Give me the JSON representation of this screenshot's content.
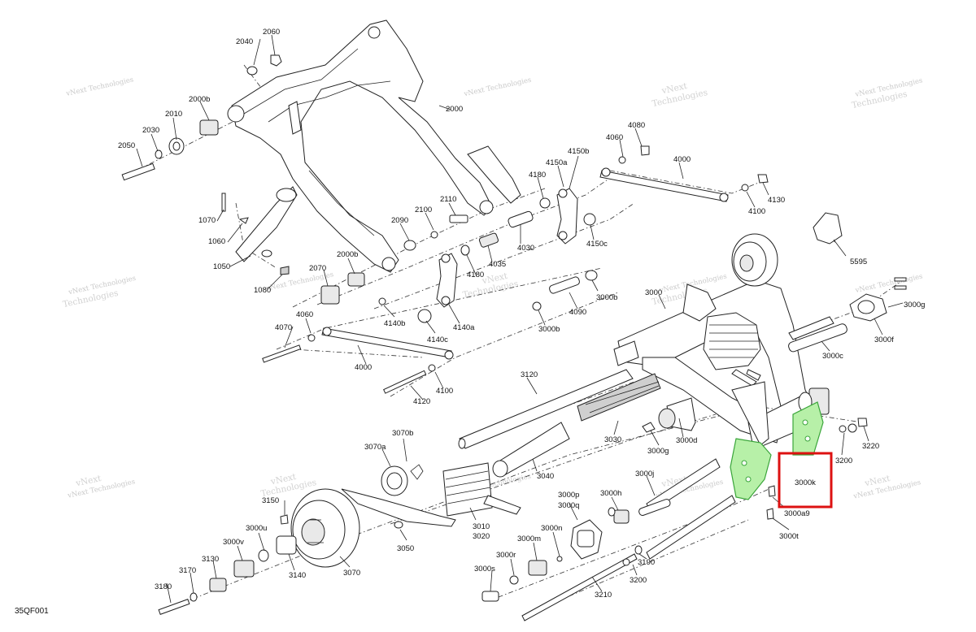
{
  "diagram_ref": "35QF001",
  "watermark": {
    "line1": "vNext",
    "line2": "Technologies",
    "line3": "vNext Technologies"
  },
  "highlight_label": "3000k",
  "labels": [
    {
      "id": "l2060",
      "text": "2060"
    },
    {
      "id": "l2040",
      "text": "2040"
    },
    {
      "id": "l2000b1",
      "text": "2000b"
    },
    {
      "id": "l2010",
      "text": "2010"
    },
    {
      "id": "l2030",
      "text": "2030"
    },
    {
      "id": "l2050",
      "text": "2050"
    },
    {
      "id": "l2000",
      "text": "2000"
    },
    {
      "id": "l1070",
      "text": "1070"
    },
    {
      "id": "l1060",
      "text": "1060"
    },
    {
      "id": "l1050",
      "text": "1050"
    },
    {
      "id": "l1080",
      "text": "1080"
    },
    {
      "id": "l2070",
      "text": "2070"
    },
    {
      "id": "l2000b2",
      "text": "2000b"
    },
    {
      "id": "l2110",
      "text": "2110"
    },
    {
      "id": "l2100",
      "text": "2100"
    },
    {
      "id": "l2090",
      "text": "2090"
    },
    {
      "id": "l4060a",
      "text": "4060"
    },
    {
      "id": "l4080",
      "text": "4080"
    },
    {
      "id": "l4150b",
      "text": "4150b"
    },
    {
      "id": "l4150a",
      "text": "4150a"
    },
    {
      "id": "l4180a",
      "text": "4180"
    },
    {
      "id": "l4000a",
      "text": "4000"
    },
    {
      "id": "l4130",
      "text": "4130"
    },
    {
      "id": "l4100a",
      "text": "4100"
    },
    {
      "id": "l4030",
      "text": "4030"
    },
    {
      "id": "l4035",
      "text": "4035"
    },
    {
      "id": "l4150c",
      "text": "4150c"
    },
    {
      "id": "l5595",
      "text": "5595"
    },
    {
      "id": "l4180b",
      "text": "4180"
    },
    {
      "id": "l3000",
      "text": "3000"
    },
    {
      "id": "l3000b1",
      "text": "3000b"
    },
    {
      "id": "l4090",
      "text": "4090"
    },
    {
      "id": "l3000b2",
      "text": "3000b"
    },
    {
      "id": "l4140b",
      "text": "4140b"
    },
    {
      "id": "l4140c",
      "text": "4140c"
    },
    {
      "id": "l4140a",
      "text": "4140a"
    },
    {
      "id": "l4060b",
      "text": "4060"
    },
    {
      "id": "l4070",
      "text": "4070"
    },
    {
      "id": "l4000b",
      "text": "4000"
    },
    {
      "id": "l4100b",
      "text": "4100"
    },
    {
      "id": "l4120",
      "text": "4120"
    },
    {
      "id": "l3120",
      "text": "3120"
    },
    {
      "id": "l3000g1",
      "text": "3000g"
    },
    {
      "id": "l3000f",
      "text": "3000f"
    },
    {
      "id": "l3000c",
      "text": "3000c"
    },
    {
      "id": "l3070b",
      "text": "3070b"
    },
    {
      "id": "l3070a",
      "text": "3070a"
    },
    {
      "id": "l3030",
      "text": "3030"
    },
    {
      "id": "l3000g2",
      "text": "3000g"
    },
    {
      "id": "l3000d",
      "text": "3000d"
    },
    {
      "id": "l3040",
      "text": "3040"
    },
    {
      "id": "l3220",
      "text": "3220"
    },
    {
      "id": "l3200a",
      "text": "3200"
    },
    {
      "id": "l3000a9",
      "text": "3000a9"
    },
    {
      "id": "l3000t",
      "text": "3000t"
    },
    {
      "id": "l3000j",
      "text": "3000j"
    },
    {
      "id": "l3150",
      "text": "3150"
    },
    {
      "id": "l3010",
      "text": "3010"
    },
    {
      "id": "l3020",
      "text": "3020"
    },
    {
      "id": "l3050",
      "text": "3050"
    },
    {
      "id": "l3000p",
      "text": "3000p"
    },
    {
      "id": "l3000q",
      "text": "3000q"
    },
    {
      "id": "l3000h",
      "text": "3000h"
    },
    {
      "id": "l3000u",
      "text": "3000u"
    },
    {
      "id": "l3000n",
      "text": "3000n"
    },
    {
      "id": "l3000m",
      "text": "3000m"
    },
    {
      "id": "l3000v",
      "text": "3000v"
    },
    {
      "id": "l3000r",
      "text": "3000r"
    },
    {
      "id": "l3190",
      "text": "3190"
    },
    {
      "id": "l3130",
      "text": "3130"
    },
    {
      "id": "l3170",
      "text": "3170"
    },
    {
      "id": "l3140",
      "text": "3140"
    },
    {
      "id": "l3070c",
      "text": "3070"
    },
    {
      "id": "l3000s",
      "text": "3000s"
    },
    {
      "id": "l3200b",
      "text": "3200"
    },
    {
      "id": "l3180",
      "text": "3180"
    },
    {
      "id": "l3210",
      "text": "3210"
    }
  ]
}
